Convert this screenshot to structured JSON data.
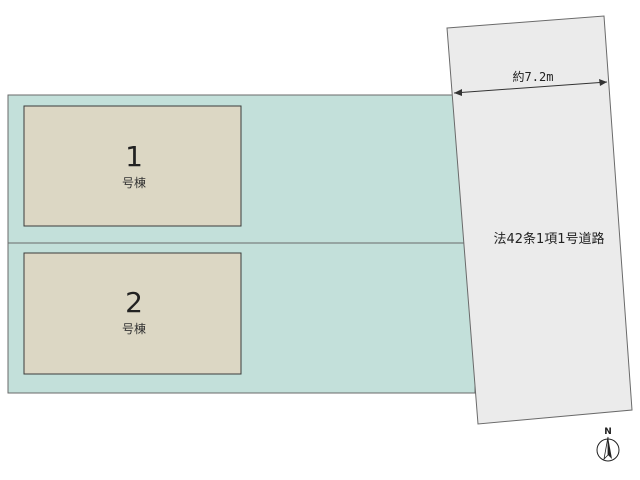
{
  "plan": {
    "lots": [
      {
        "number": "1",
        "label": "号棟"
      },
      {
        "number": "2",
        "label": "号棟"
      }
    ],
    "road_label": "法42条1項1号道路",
    "road_width_label": "約7.2m",
    "north_label": "N"
  },
  "colors": {
    "lot_fill": "#c3e0da",
    "building_fill": "#dcd7c4",
    "road_fill": "#ebebeb",
    "outline": "#6a6a6a"
  }
}
